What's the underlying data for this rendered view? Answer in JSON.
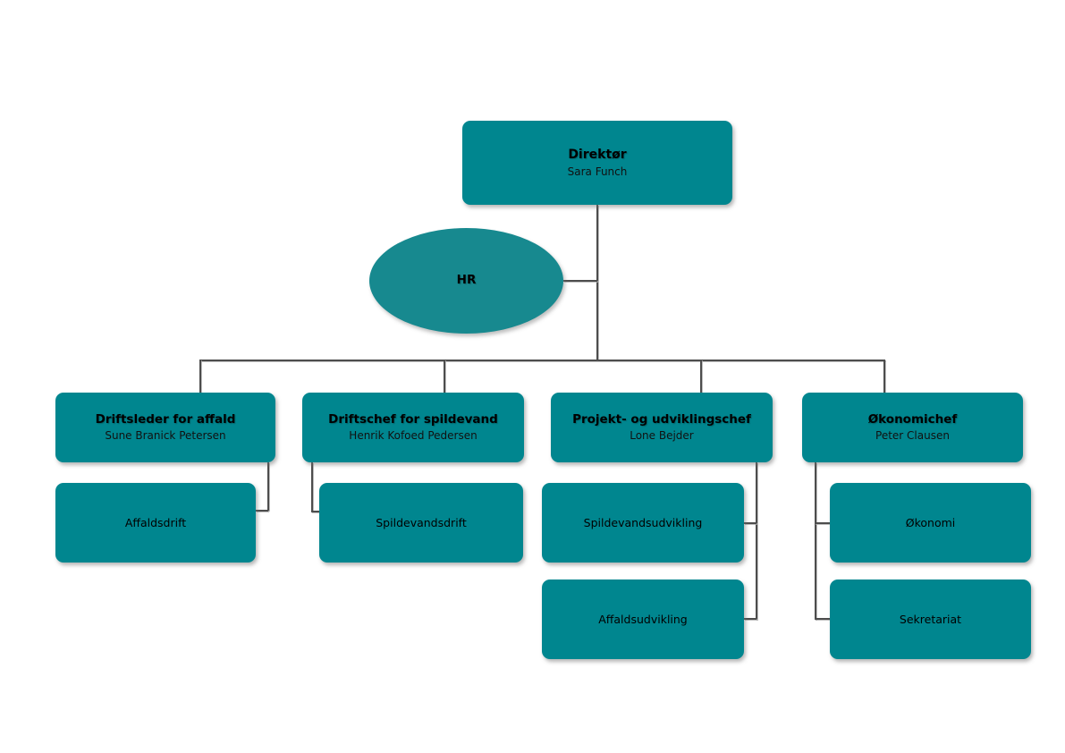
{
  "org": {
    "root": {
      "title": "Direktør",
      "name": "Sara Funch"
    },
    "hr": {
      "label": "HR"
    },
    "departments": [
      {
        "title": "Driftsleder for affald",
        "name": "Sune Branick Petersen",
        "children": [
          {
            "label": "Affaldsdrift"
          }
        ]
      },
      {
        "title": "Driftschef for spildevand",
        "name": "Henrik Kofoed Pedersen",
        "children": [
          {
            "label": "Spildevandsdrift"
          }
        ]
      },
      {
        "title": "Projekt- og udviklingschef",
        "name": "Lone Bejder",
        "children": [
          {
            "label": "Spildevandsudvikling"
          },
          {
            "label": "Affaldsudvikling"
          }
        ]
      },
      {
        "title": "Økonomichef",
        "name": "Peter Clausen",
        "children": [
          {
            "label": "Økonomi"
          },
          {
            "label": "Sekretariat"
          }
        ]
      }
    ],
    "colors": {
      "node_fill": "#00868f",
      "ellipse_fill": "#17898f",
      "connector": "#4d4d4d",
      "text": "#000000",
      "background": "#ffffff"
    }
  }
}
